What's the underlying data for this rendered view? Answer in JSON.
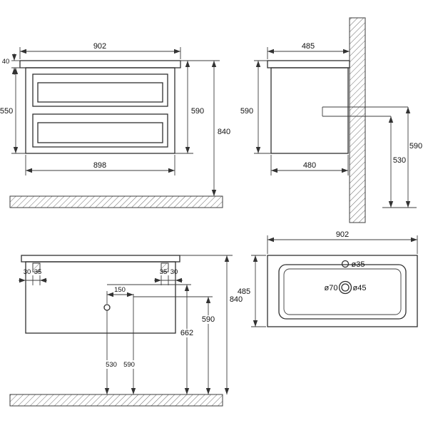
{
  "front_view": {
    "width_top": "902",
    "top_thickness": "40",
    "body_height": "550",
    "total_height": "590",
    "overall_height": "840",
    "body_width": "898"
  },
  "side_view": {
    "depth_top": "485",
    "height": "590",
    "body_depth": "480",
    "drain_height": "530",
    "inlet_height": "590"
  },
  "install_view": {
    "bracket_left_a": "30",
    "bracket_left_b": "35",
    "bracket_right_a": "35",
    "bracket_right_b": "30",
    "hole_spacing": "150",
    "height_a": "590",
    "height_b": "662",
    "overall_height": "840",
    "bottom_a": "530",
    "bottom_b": "590"
  },
  "basin_view": {
    "width": "902",
    "depth": "485",
    "faucet_hole": "ø35",
    "drain_outer": "ø70",
    "drain_inner": "ø45"
  }
}
